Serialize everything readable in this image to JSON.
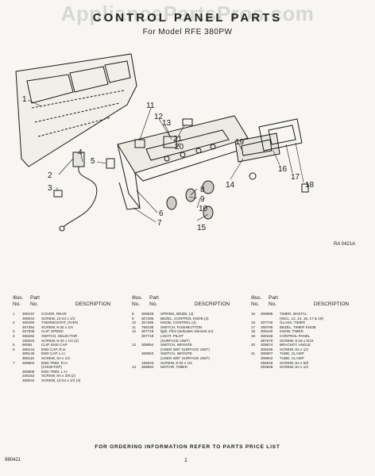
{
  "watermark": "AppliancePartsPros.com",
  "title": "CONTROL PANEL PARTS",
  "subtitle": "For Model RFE 380PW",
  "diagram_code": "RA 0421A",
  "callouts": [
    "1",
    "2",
    "3",
    "4",
    "5",
    "6",
    "7",
    "8",
    "9",
    "10",
    "11",
    "12",
    "13",
    "14",
    "15",
    "16",
    "17",
    "18",
    "19",
    "20",
    "21"
  ],
  "table": {
    "headers": {
      "illus": "Illus.",
      "no": "No.",
      "part": "Part",
      "part_no": "No.",
      "description": "DESCRIPTION"
    },
    "columns": [
      [
        {
          "n": "1",
          "p": "308197",
          "d": "COVER, REAR"
        },
        {
          "n": "",
          "p": "308044",
          "d": "SCREW, 10-24 x 1/2"
        },
        {
          "n": "2",
          "p": "308490",
          "d": "THERMOSTAT, OVEN"
        },
        {
          "n": "",
          "p": "487354",
          "d": "SCREW, 8-32 x 1/4"
        },
        {
          "n": "3",
          "p": "257836",
          "d": "CLIP, SPEED"
        },
        {
          "n": "4",
          "p": "308262",
          "d": "SWITCH, SELECTOR"
        },
        {
          "n": "",
          "p": "155023",
          "d": "SCREW, 8-32 x 1/4 (2)"
        },
        {
          "n": "5",
          "p": "90091",
          "d": "CLIP, END CAP"
        },
        {
          "n": "6",
          "p": "308144",
          "d": "END CAP, R.H."
        },
        {
          "n": "",
          "p": "308145",
          "d": "END CAP, L.H."
        },
        {
          "n": "",
          "p": "308116",
          "d": "SCREW, 8A x 1/2"
        },
        {
          "n": "7",
          "p": "308604",
          "d": "END TRIM, R.H."
        },
        {
          "n": "",
          "p": "",
          "d": "(COOKTOP)"
        },
        {
          "n": "",
          "p": "308605",
          "d": "END TRIM, L.H."
        },
        {
          "n": "",
          "p": "246152",
          "d": "SCREW, 8A x 3/8 (2)"
        },
        {
          "n": "",
          "p": "308044",
          "d": "SCREW, 10-24 x 1/2 (4)"
        }
      ],
      [
        {
          "n": "8",
          "p": "308626",
          "d": "SPRING, BEZEL (4)"
        },
        {
          "n": "9",
          "p": "307486",
          "d": "BEZEL, CONTROL KNOB (4)"
        },
        {
          "n": "10",
          "p": "307485",
          "d": "KNOB, CONTROL (4)"
        },
        {
          "n": "11",
          "p": "765235",
          "d": "SWITCH, PUSHBUTTON"
        },
        {
          "n": "12",
          "p": "307718",
          "d": "light, Pilot (indicates element on)"
        },
        {
          "n": "",
          "p": "307719",
          "d": "LIGHT, PILOT"
        },
        {
          "n": "",
          "p": "",
          "d": "(SURFACE UNIT)"
        },
        {
          "n": "13",
          "p": "308654",
          "d": "SWITCH, INFINITE"
        },
        {
          "n": "",
          "p": "",
          "d": "(USED W/6\" SURFACE UNIT)"
        },
        {
          "n": "",
          "p": "308653",
          "d": "SWITCH, INFINITE"
        },
        {
          "n": "",
          "p": "",
          "d": "(USED W/8\" SURFACE UNIT)"
        },
        {
          "n": "",
          "p": "155023",
          "d": "SCREW, 8-32 x 1/4"
        },
        {
          "n": "14",
          "p": "308594",
          "d": "MOTOR, TIMER"
        }
      ],
      [
        {
          "n": "15",
          "p": "308996",
          "d": "TIMER, DIGITAL"
        },
        {
          "n": "",
          "p": "",
          "d": "(INCL. 12, 14, 16, 17 & 18)"
        },
        {
          "n": "16",
          "p": "307740",
          "d": "GLASS, TIMER"
        },
        {
          "n": "17",
          "p": "258765",
          "d": "BEZEL, TIMER KNOB"
        },
        {
          "n": "18",
          "p": "308440",
          "d": "KNOB, TIMER"
        },
        {
          "n": "19",
          "p": "308156",
          "d": "CONTROL PANEL"
        },
        {
          "n": "",
          "p": "387570",
          "d": "SCREW, 8-18 x 5/16"
        },
        {
          "n": "20",
          "p": "308674",
          "d": "BRACKET, ANGLE"
        },
        {
          "n": "",
          "p": "308156",
          "d": "SCREW, 8A x 1/2"
        },
        {
          "n": "21",
          "p": "308607",
          "d": "TUBE, CLAMP"
        },
        {
          "n": "",
          "p": "308602",
          "d": "TUBE, CLAMP"
        },
        {
          "n": "",
          "p": "255618",
          "d": "SCREW, 8A x 5/8"
        },
        {
          "n": "",
          "p": "293849",
          "d": "SCREW, 8A x 1/2"
        }
      ]
    ]
  },
  "footer": "FOR ORDERING INFORMATION REFER TO PARTS PRICE LIST",
  "page_code": "980421",
  "page_number": "1"
}
